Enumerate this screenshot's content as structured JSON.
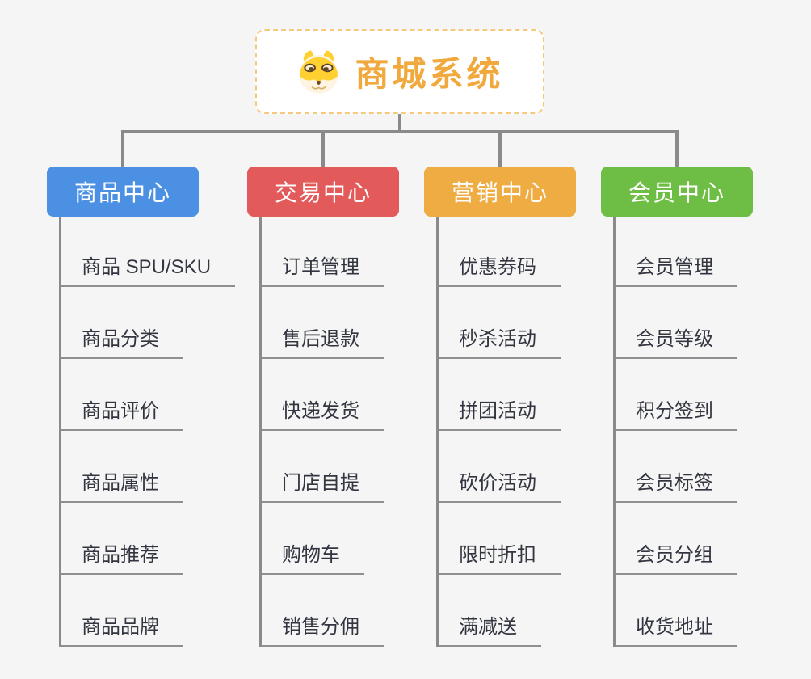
{
  "root": {
    "title": "商城系统",
    "icon": "shiba-dog-icon",
    "text_color": "#f1a93d",
    "border_color": "#f7c97e",
    "background": "#ffffff"
  },
  "colors": {
    "canvas_background": "#f5f5f5",
    "connector": "#8a8a8a",
    "item_underline": "#8f8f8f",
    "item_text": "#333640"
  },
  "branches": [
    {
      "label": "商品中心",
      "color": "#4b90e2",
      "items": [
        "商品 SPU/SKU",
        "商品分类",
        "商品评价",
        "商品属性",
        "商品推荐",
        "商品品牌"
      ]
    },
    {
      "label": "交易中心",
      "color": "#e25a5a",
      "items": [
        "订单管理",
        "售后退款",
        "快递发货",
        "门店自提",
        "购物车",
        "销售分佣"
      ]
    },
    {
      "label": "营销中心",
      "color": "#eeac43",
      "items": [
        "优惠券码",
        "秒杀活动",
        "拼团活动",
        "砍价活动",
        "限时折扣",
        "满减送"
      ]
    },
    {
      "label": "会员中心",
      "color": "#6ebe45",
      "items": [
        "会员管理",
        "会员等级",
        "积分签到",
        "会员标签",
        "会员分组",
        "收货地址"
      ]
    }
  ]
}
